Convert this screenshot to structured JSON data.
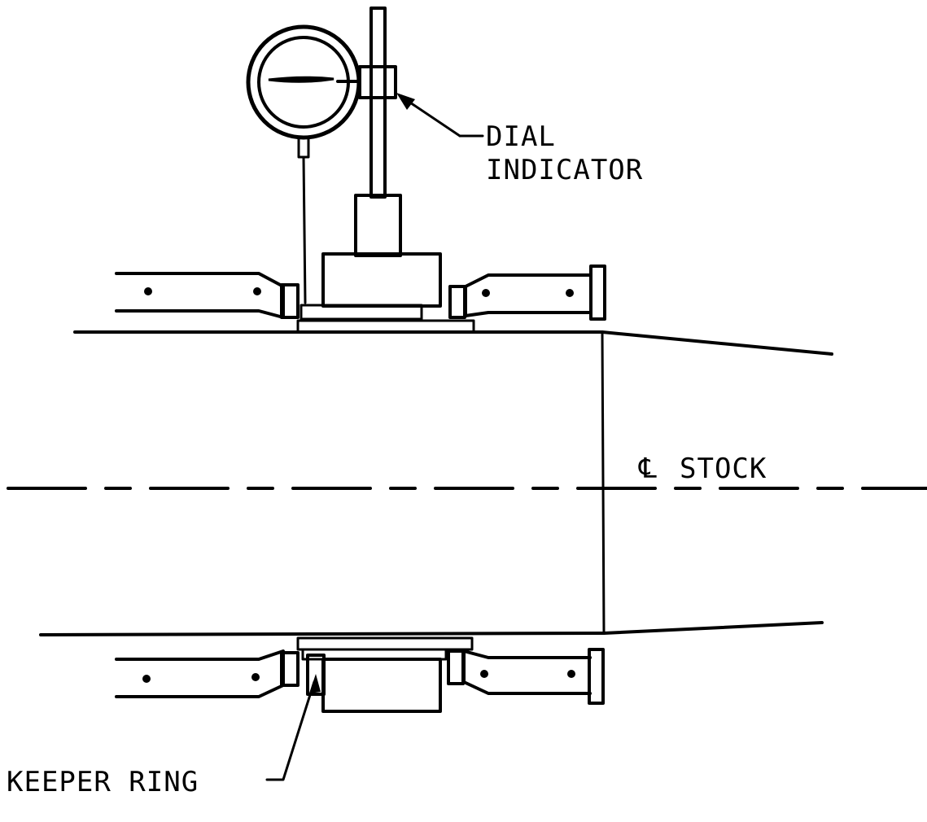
{
  "labels": {
    "dial_line1": "DIAL",
    "dial_line2": "INDICATOR",
    "centerline_symbol": "℄",
    "centerline_text": "STOCK",
    "keeper_ring": "KEEPER RING"
  }
}
